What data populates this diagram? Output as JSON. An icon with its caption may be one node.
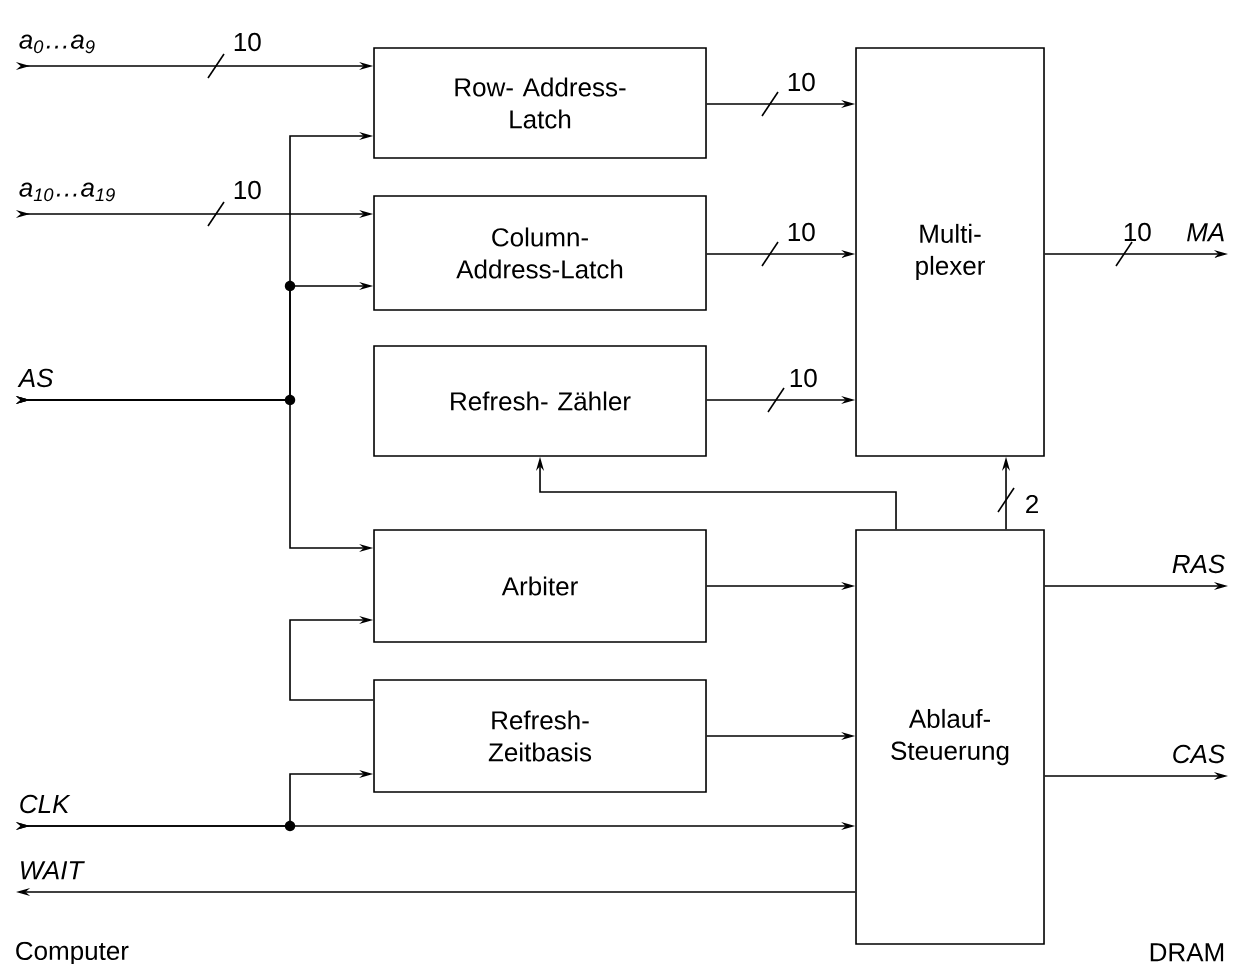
{
  "diagram": {
    "nodes": [
      {
        "text": [
          "Row- Address-Latch"
        ]
      },
      {
        "text": [
          "Column- Address-Latch"
        ]
      },
      {
        "text": [
          "Refresh- Zähler"
        ]
      },
      {
        "text": [
          "Multi- plexer"
        ]
      },
      {
        "text": [
          "Arbiter"
        ]
      },
      {
        "text": [
          "Refresh- Zeitbasis"
        ]
      },
      {
        "text": [
          "Ablauf- Steuerung"
        ]
      }
    ],
    "edges": [
      {
        "from": null,
        "to": 0,
        "arrow": "to",
        "label": "a$_{0}$…a$_{9}$"
      },
      {
        "from": null,
        "to": 1,
        "arrow": "to",
        "label": "a$_{10}$…a$_{19}$"
      },
      {
        "from": null,
        "to": 0,
        "arrow": "to",
        "label": "AS"
      },
      {
        "from": null,
        "to": 1,
        "arrow": "to"
      },
      {
        "from": null,
        "to": 4,
        "arrow": "to"
      },
      {
        "from": 0,
        "to": 3,
        "arrow": "to",
        "label": "10"
      },
      {
        "from": 1,
        "to": 3,
        "arrow": "to",
        "label": "10"
      },
      {
        "from": 2,
        "to": 3,
        "arrow": "to",
        "label": "10"
      },
      {
        "from": 3,
        "to": null,
        "arrow": "to",
        "label": "MA"
      },
      {
        "from": 4,
        "to": 6,
        "arrow": "to"
      },
      {
        "from": 5,
        "to": 4,
        "arrow": "to"
      },
      {
        "from": null,
        "to": 5,
        "arrow": "to",
        "label": "CLK"
      },
      {
        "from": null,
        "to": 6,
        "arrow": "to"
      },
      {
        "from": 5,
        "to": 6,
        "arrow": "to"
      },
      {
        "from": 6,
        "to": null,
        "arrow": "to",
        "label": "WAIT"
      },
      {
        "from": 6,
        "to": null,
        "arrow": "to",
        "label": "RAS"
      },
      {
        "from": 6,
        "to": null,
        "arrow": "to",
        "label": "CAS"
      },
      {
        "from": 6,
        "to": 2,
        "arrow": "to"
      },
      {
        "from": 6,
        "to": 3,
        "arrow": "to",
        "label": "2"
      }
    ],
    "labels": [
      "10",
      "10",
      "10",
      "Computer",
      "DRAM"
    ]
  }
}
